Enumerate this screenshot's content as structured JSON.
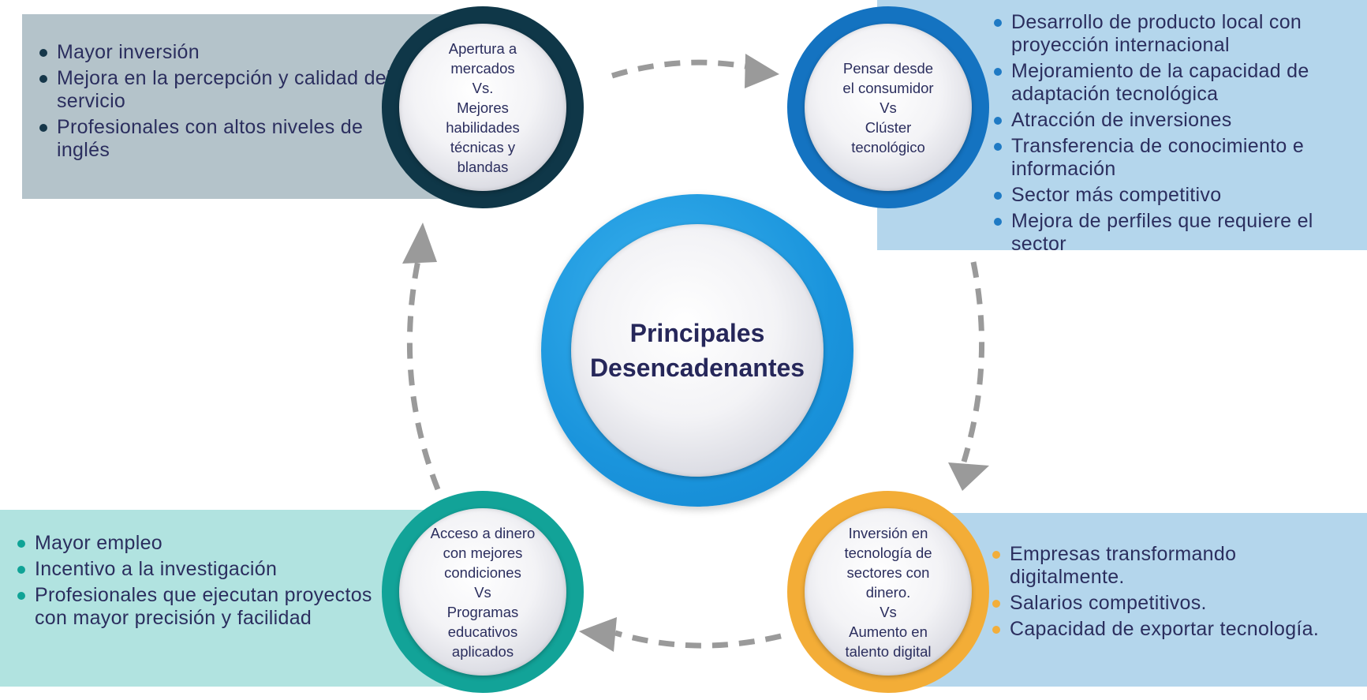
{
  "center": {
    "label": "Principales\nDesencadenantes"
  },
  "circles": {
    "top_left": "Apertura a\nmercados\nVs.\nMejores\nhabilidades\ntécnicas y\nblandas",
    "top_right": "Pensar desde\nel consumidor\nVs\nClúster\ntecnológico",
    "bottom_left": "Acceso a dinero\ncon mejores\ncondiciones\nVs\nProgramas\neducativos\naplicados",
    "bottom_right": "Inversión en\ntecnología de\nsectores con\ndinero.\nVs\nAumento en\ntalento digital"
  },
  "panels": {
    "top_left": {
      "color": "#b4c3ca",
      "bullet_color": "#16374a",
      "items": [
        "Mayor inversión",
        "Mejora en la percepción y calidad del servicio",
        "Profesionales con altos niveles de inglés"
      ]
    },
    "top_right": {
      "color": "#b4d6ec",
      "bullet_color": "#1f7ac4",
      "items": [
        "Desarrollo de producto local con proyección internacional",
        "Mejoramiento de la capacidad de adaptación tecnológica",
        "Atracción de inversiones",
        "Transferencia de conocimiento e información",
        "Sector más competitivo",
        "Mejora de perfiles que requiere el sector"
      ]
    },
    "bottom_left": {
      "color": "#b1e3e0",
      "bullet_color": "#0fa396",
      "items": [
        "Mayor empleo",
        "Incentivo a la investigación",
        "Profesionales que ejecutan proyectos con mayor precisión y facilidad"
      ]
    },
    "bottom_right": {
      "color": "#b4d6ec",
      "bullet_color": "#f2ae3b",
      "items": [
        "Empresas transformando digitalmente.",
        "Salarios competitivos.",
        "Capacidad de exportar tecnología."
      ]
    }
  },
  "ring_colors": {
    "top_left": "#0f3748",
    "top_right": "#1473c1",
    "bottom_left": "#12a398",
    "bottom_right": "#f3ad37",
    "center": "#1a94dc"
  },
  "arrow_color": "#9a9a9a"
}
